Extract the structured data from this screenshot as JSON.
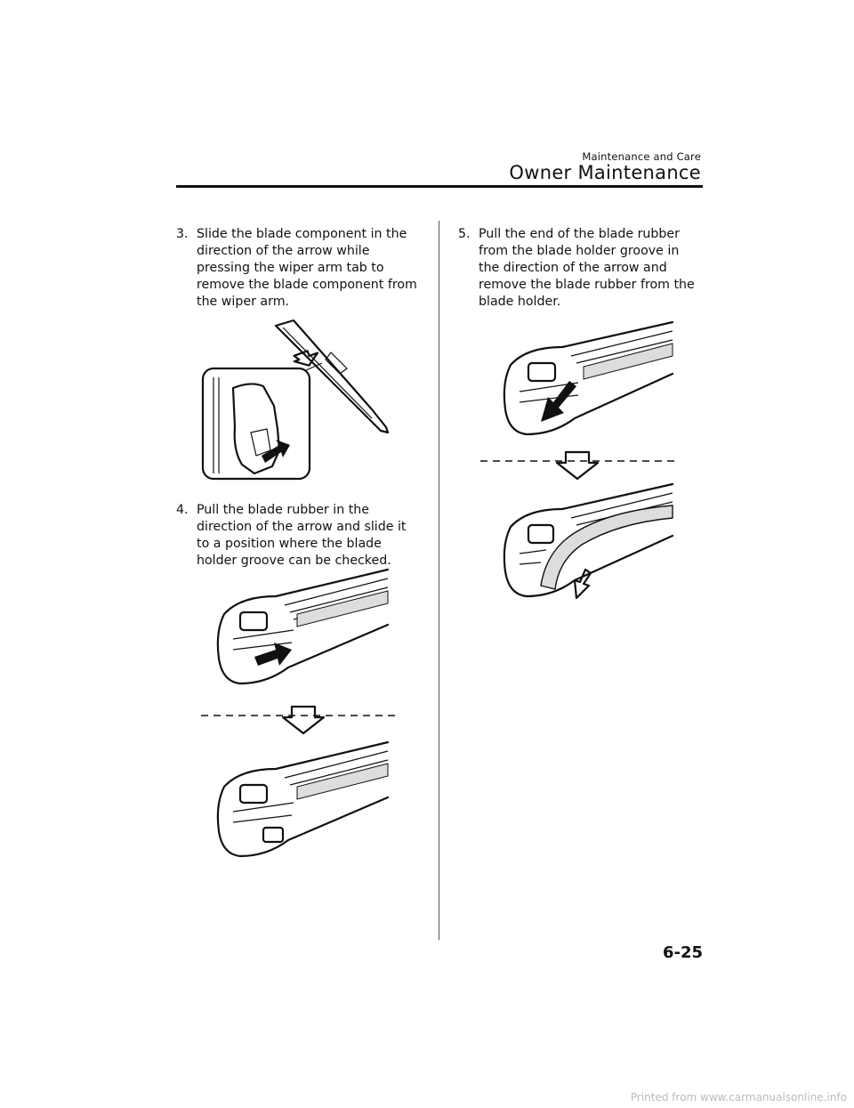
{
  "header": {
    "section": "Maintenance and Care",
    "title": "Owner Maintenance"
  },
  "steps": [
    {
      "num": "3.",
      "text": "Slide the blade component in the direction of the arrow while pressing the wiper arm tab to remove the blade component from the wiper arm."
    },
    {
      "num": "4.",
      "text": "Pull the blade rubber in the direction of the arrow and slide it to a position where the blade holder groove can be checked."
    },
    {
      "num": "5.",
      "text": "Pull the end of the blade rubber from the blade holder groove in the direction of the arrow and remove the blade rubber from the blade holder."
    }
  ],
  "page_number": "6-25",
  "footer": "Printed from www.carmanualsonline.info",
  "icons": [
    "down-arrow-icon",
    "right-arrow-icon",
    "down-left-arrow-icon"
  ]
}
